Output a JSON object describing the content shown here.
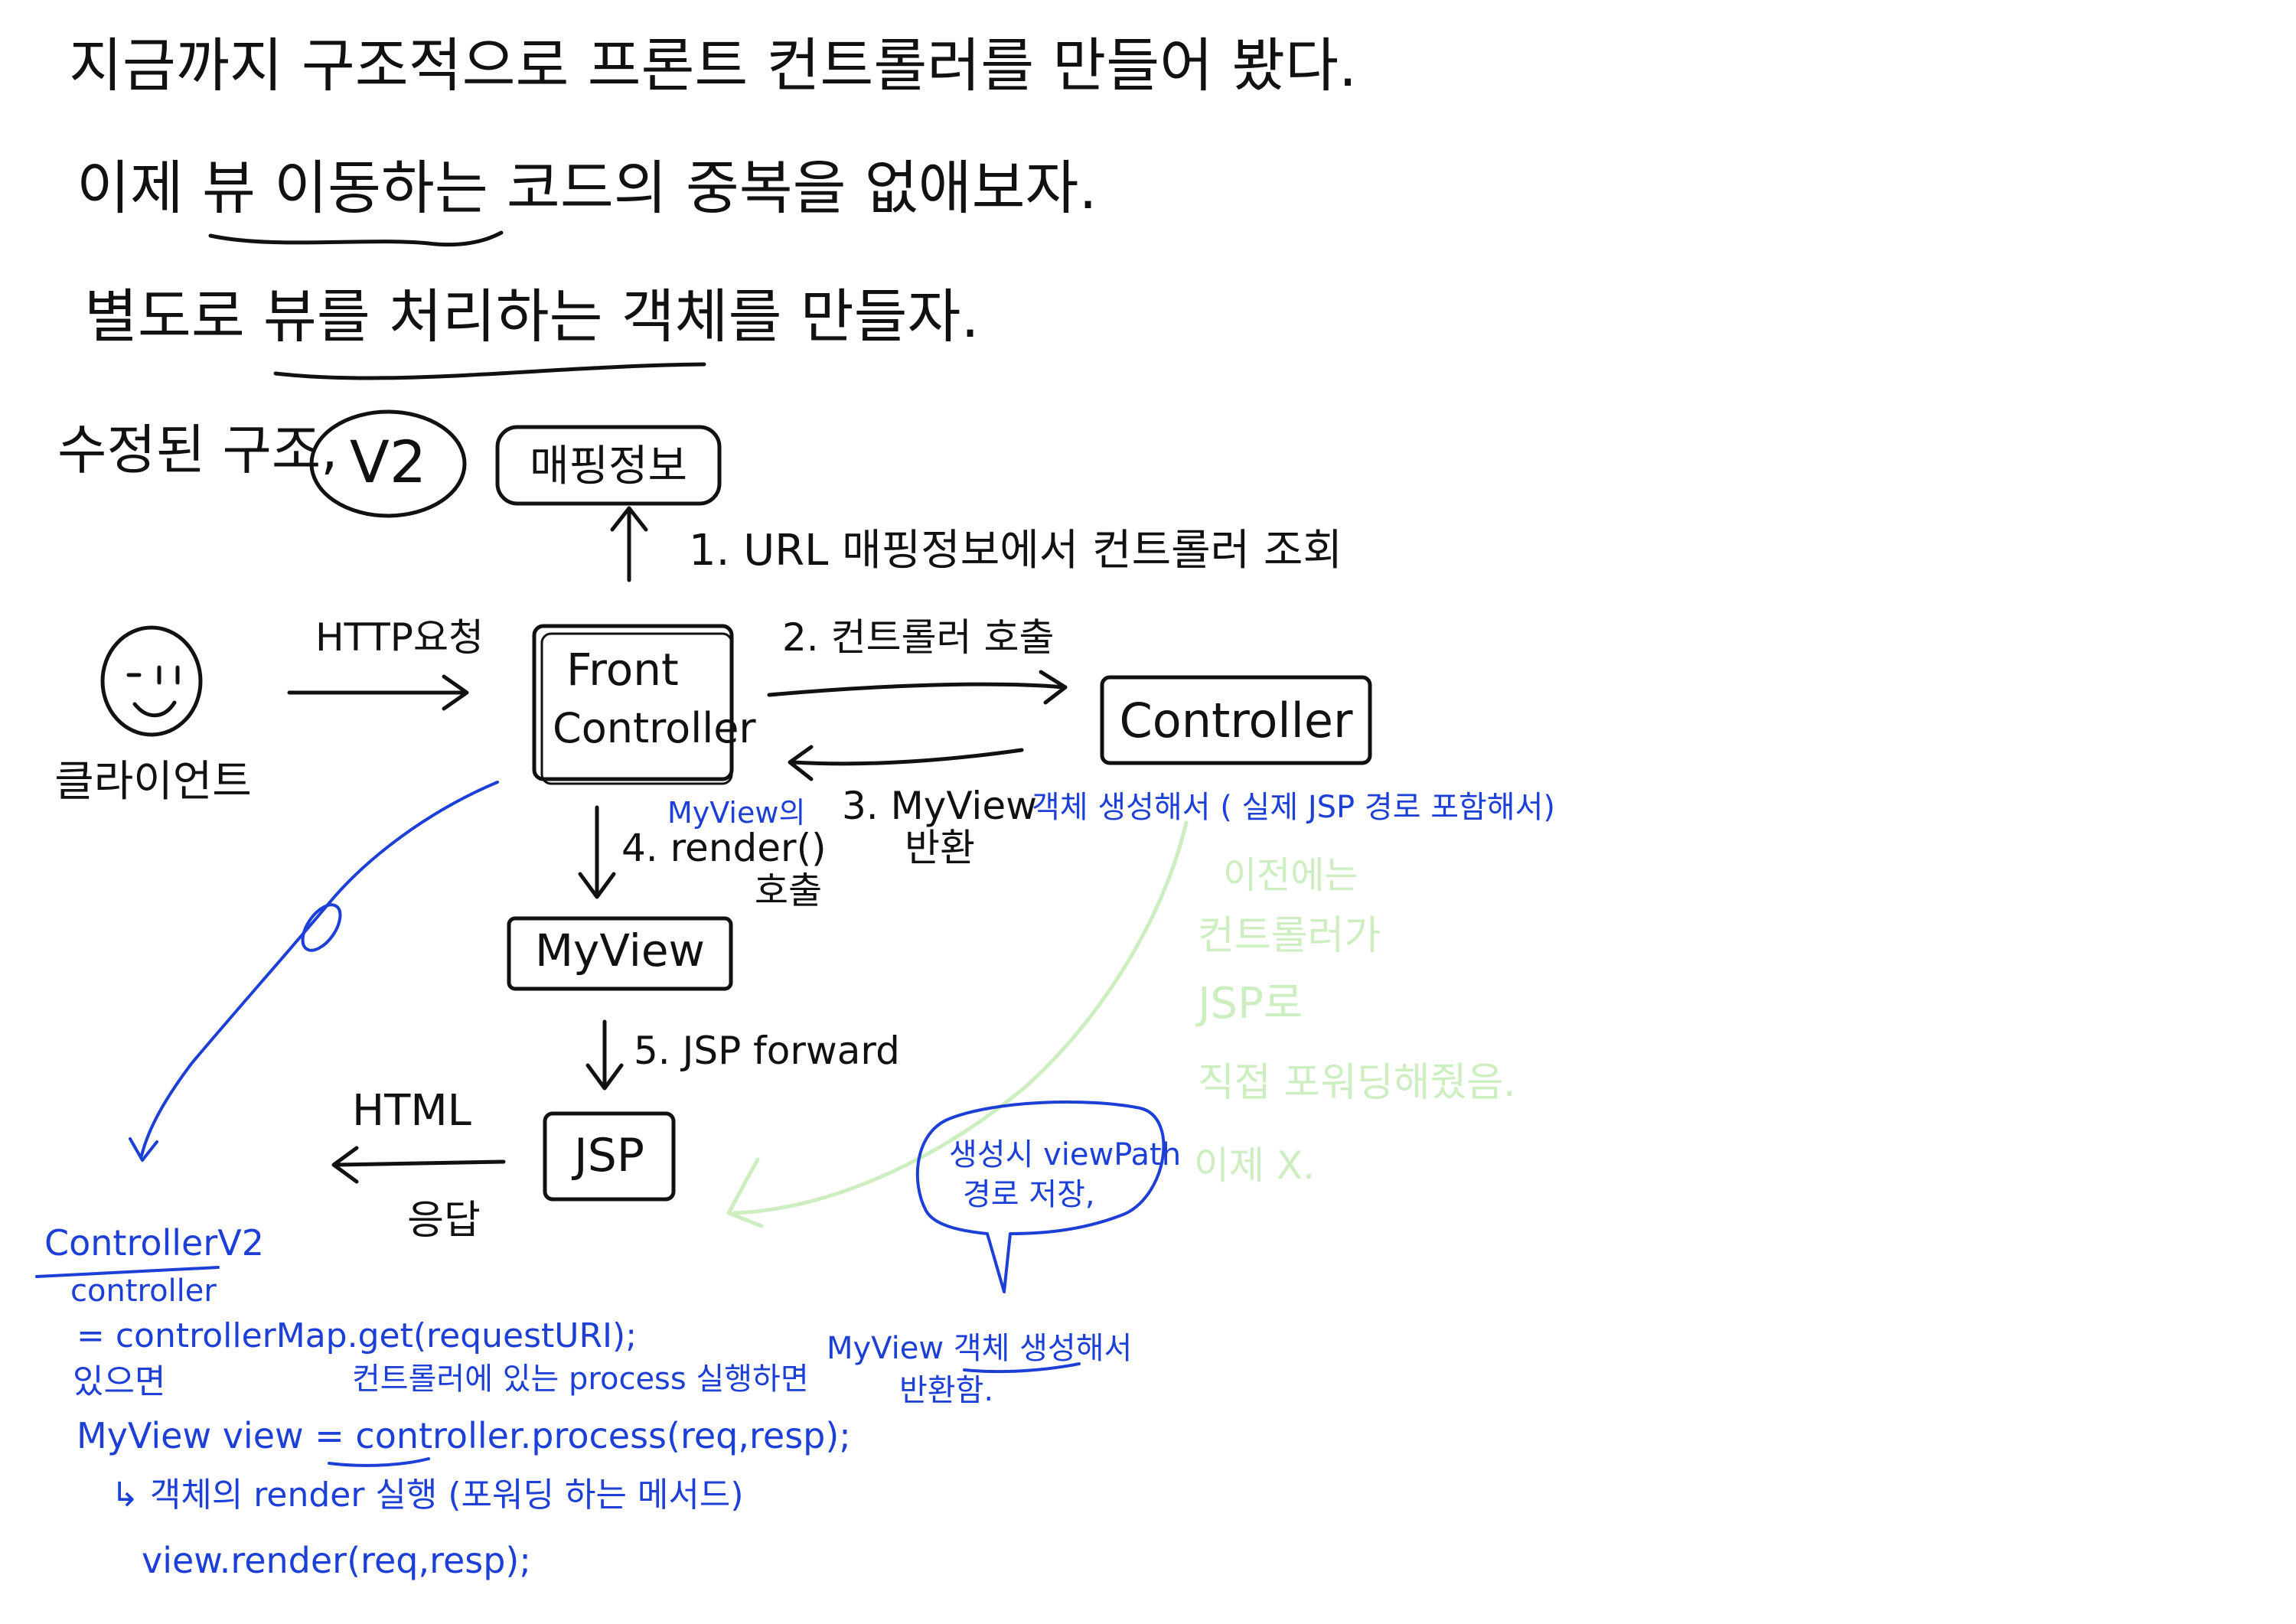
{
  "heading": {
    "line1": "지금까지 구조적으로 프론트 컨트롤러를 만들어 봤다.",
    "line2_prefix": "이제 ",
    "line2_emphasis": "뷰 이동하는 코드",
    "line2_suffix": "의 중복을 없애보자.",
    "line3_prefix": "별도로 ",
    "line3_emphasis": "뷰를 처리하는 객체",
    "line3_suffix": "를 만들자."
  },
  "structure": {
    "label": "수정된 구조,",
    "version": "V2"
  },
  "nodes": {
    "mapping": "매핑정보",
    "client": "클라이언트",
    "front_controller_line1": "Front",
    "front_controller_line2": "Controller",
    "controller": "Controller",
    "myview": "MyView",
    "jsp": "JSP"
  },
  "edges": {
    "step1": "1. URL 매핑정보에서 컨트롤러 조회",
    "http_request": "HTTP요청",
    "step2": "2. 컨트롤러 호출",
    "step3_line1": "3. MyView",
    "step3_line2": "반환",
    "step4_note": "MyView의",
    "step4_line1": "4. render()",
    "step4_line2": "호출",
    "step5": "5. JSP forward",
    "html": "HTML",
    "response": "응답"
  },
  "notes": {
    "myview_creation": "객체 생성해서 ( 실제 JSP 경로 포함해서)",
    "previous_line1": "이전에는",
    "previous_line2": "컨트롤러가",
    "previous_line3": "JSP로",
    "previous_line4": "직접 포워딩해줬음.",
    "previous_line5": "이제 X.",
    "bubble_line1": "생성시 viewPath",
    "bubble_line2": "경로 저장,"
  },
  "code": {
    "title": "ControllerV2",
    "line1": "controller",
    "line2": "= controllerMap.get(requestURI);",
    "line3": "있으면",
    "line3_note": "컨트롤러에 있는 process 실행하면",
    "line3_note2": "MyView 객체 생성해서",
    "line3_note3": "반환함.",
    "line4": "MyView view = controller.process(req,resp);",
    "line5": "↳ 객체의 render 실행 (포워딩 하는 메서드)",
    "line6": "view.render(req,resp);"
  },
  "colors": {
    "ink": "#111111",
    "annotation_blue": "#1c3fd6",
    "annotation_green": "#cdeec0",
    "background": "#ffffff"
  },
  "icons": {
    "client": "smiley-face-icon"
  }
}
